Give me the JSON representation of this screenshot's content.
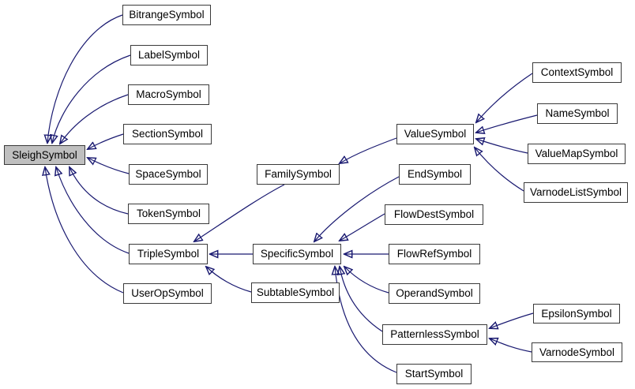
{
  "diagram": {
    "type": "class-inheritance-graph",
    "root_class": "SleighSymbol"
  },
  "colors": {
    "edge": "#191970",
    "node_border": "#3a3a3a",
    "node_fill": "#ffffff",
    "highlight_fill": "#bfbfbf",
    "text": "#000000",
    "background": "#ffffff"
  },
  "nodes": [
    {
      "id": "SleighSymbol",
      "label": "SleighSymbol",
      "highlighted": true
    },
    {
      "id": "BitrangeSymbol",
      "label": "BitrangeSymbol",
      "highlighted": false
    },
    {
      "id": "LabelSymbol",
      "label": "LabelSymbol",
      "highlighted": false
    },
    {
      "id": "MacroSymbol",
      "label": "MacroSymbol",
      "highlighted": false
    },
    {
      "id": "SectionSymbol",
      "label": "SectionSymbol",
      "highlighted": false
    },
    {
      "id": "SpaceSymbol",
      "label": "SpaceSymbol",
      "highlighted": false
    },
    {
      "id": "TokenSymbol",
      "label": "TokenSymbol",
      "highlighted": false
    },
    {
      "id": "TripleSymbol",
      "label": "TripleSymbol",
      "highlighted": false
    },
    {
      "id": "UserOpSymbol",
      "label": "UserOpSymbol",
      "highlighted": false
    },
    {
      "id": "FamilySymbol",
      "label": "FamilySymbol",
      "highlighted": false
    },
    {
      "id": "SpecificSymbol",
      "label": "SpecificSymbol",
      "highlighted": false
    },
    {
      "id": "SubtableSymbol",
      "label": "SubtableSymbol",
      "highlighted": false
    },
    {
      "id": "ValueSymbol",
      "label": "ValueSymbol",
      "highlighted": false
    },
    {
      "id": "EndSymbol",
      "label": "EndSymbol",
      "highlighted": false
    },
    {
      "id": "FlowDestSymbol",
      "label": "FlowDestSymbol",
      "highlighted": false
    },
    {
      "id": "FlowRefSymbol",
      "label": "FlowRefSymbol",
      "highlighted": false
    },
    {
      "id": "OperandSymbol",
      "label": "OperandSymbol",
      "highlighted": false
    },
    {
      "id": "PatternlessSymbol",
      "label": "PatternlessSymbol",
      "highlighted": false
    },
    {
      "id": "StartSymbol",
      "label": "StartSymbol",
      "highlighted": false
    },
    {
      "id": "ContextSymbol",
      "label": "ContextSymbol",
      "highlighted": false
    },
    {
      "id": "NameSymbol",
      "label": "NameSymbol",
      "highlighted": false
    },
    {
      "id": "ValueMapSymbol",
      "label": "ValueMapSymbol",
      "highlighted": false
    },
    {
      "id": "VarnodeListSymbol",
      "label": "VarnodeListSymbol",
      "highlighted": false
    },
    {
      "id": "EpsilonSymbol",
      "label": "EpsilonSymbol",
      "highlighted": false
    },
    {
      "id": "VarnodeSymbol",
      "label": "VarnodeSymbol",
      "highlighted": false
    }
  ],
  "edges": [
    {
      "from": "BitrangeSymbol",
      "to": "SleighSymbol"
    },
    {
      "from": "LabelSymbol",
      "to": "SleighSymbol"
    },
    {
      "from": "MacroSymbol",
      "to": "SleighSymbol"
    },
    {
      "from": "SectionSymbol",
      "to": "SleighSymbol"
    },
    {
      "from": "SpaceSymbol",
      "to": "SleighSymbol"
    },
    {
      "from": "TokenSymbol",
      "to": "SleighSymbol"
    },
    {
      "from": "TripleSymbol",
      "to": "SleighSymbol"
    },
    {
      "from": "UserOpSymbol",
      "to": "SleighSymbol"
    },
    {
      "from": "FamilySymbol",
      "to": "TripleSymbol"
    },
    {
      "from": "SpecificSymbol",
      "to": "TripleSymbol"
    },
    {
      "from": "SubtableSymbol",
      "to": "TripleSymbol"
    },
    {
      "from": "ValueSymbol",
      "to": "FamilySymbol"
    },
    {
      "from": "ContextSymbol",
      "to": "ValueSymbol"
    },
    {
      "from": "NameSymbol",
      "to": "ValueSymbol"
    },
    {
      "from": "ValueMapSymbol",
      "to": "ValueSymbol"
    },
    {
      "from": "VarnodeListSymbol",
      "to": "ValueSymbol"
    },
    {
      "from": "EndSymbol",
      "to": "SpecificSymbol"
    },
    {
      "from": "FlowDestSymbol",
      "to": "SpecificSymbol"
    },
    {
      "from": "FlowRefSymbol",
      "to": "SpecificSymbol"
    },
    {
      "from": "OperandSymbol",
      "to": "SpecificSymbol"
    },
    {
      "from": "PatternlessSymbol",
      "to": "SpecificSymbol"
    },
    {
      "from": "StartSymbol",
      "to": "SpecificSymbol"
    },
    {
      "from": "EpsilonSymbol",
      "to": "PatternlessSymbol"
    },
    {
      "from": "VarnodeSymbol",
      "to": "PatternlessSymbol"
    }
  ]
}
